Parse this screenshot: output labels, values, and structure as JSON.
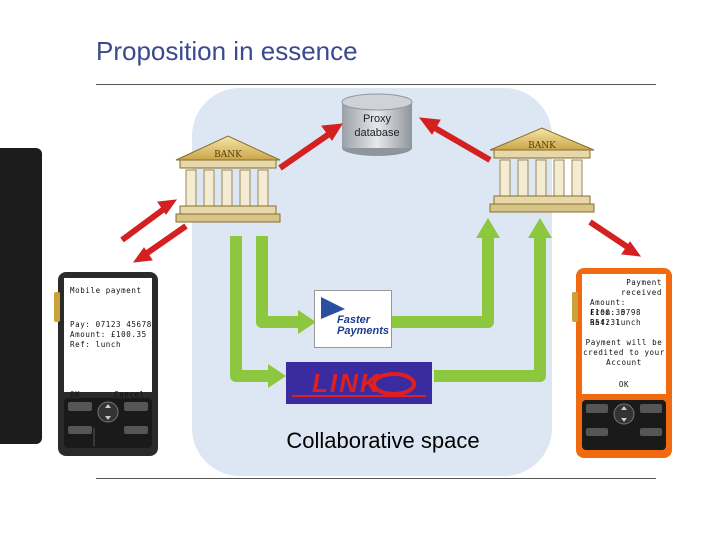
{
  "slide": {
    "title": "Proposition in essence"
  },
  "proxy_database": {
    "label_line1": "Proxy",
    "label_line2": "database"
  },
  "banks": {
    "left_sign": "BANK",
    "right_sign": "BANK"
  },
  "collaborative_space": {
    "label": "Collaborative space"
  },
  "logos": {
    "faster_payments_line1": "Faster",
    "faster_payments_line2": "Payments",
    "link": "LINK"
  },
  "phone_left": {
    "header": "Mobile payment",
    "pay": "Pay: 07123 45678",
    "amount": "Amount: £100.35",
    "ref": "Ref: lunch",
    "ok": "OK",
    "cancel": "Cancel"
  },
  "phone_right": {
    "header": "Payment received",
    "amount": "Amount: £100.35",
    "from": "From: 0798 654231",
    "ref": "Ref: lunch",
    "msg_line1": "Payment will be",
    "msg_line2": "credited to your",
    "msg_line3": "Account",
    "ok": "OK"
  },
  "colors": {
    "title": "#3a4a8c",
    "collab_bg": "#dde6f3",
    "arrow_red": "#d42020",
    "arrow_green": "#8dc63f",
    "phone_right_body": "#f26a10"
  }
}
